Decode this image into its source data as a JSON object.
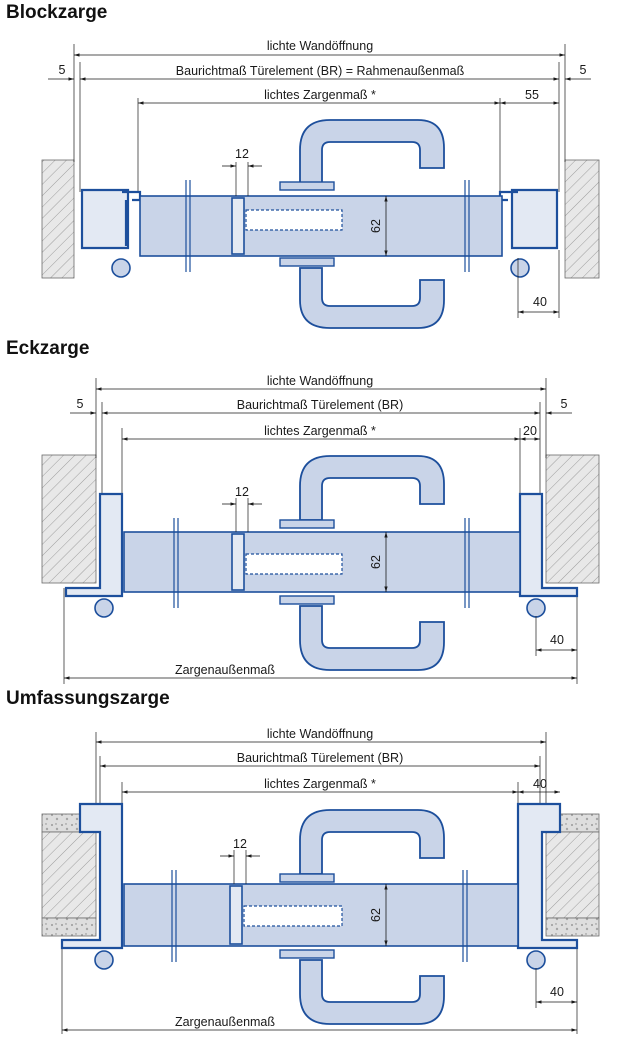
{
  "sections": [
    {
      "title": "Blockzarge",
      "labels": {
        "opening": "lichte Wandöffnung",
        "element": "Baurichtmaß Türelement (BR) = Rahmenaußenmaß",
        "frame_clear": "lichtes Zargenmaß *",
        "gap_left": "5",
        "gap_right": "5",
        "side_right": "55",
        "small_dim": "12",
        "thickness": "62",
        "depth": "40"
      }
    },
    {
      "title": "Eckzarge",
      "labels": {
        "opening": "lichte Wandöffnung",
        "element": "Baurichtmaß Türelement (BR)",
        "frame_clear": "lichtes Zargenmaß *",
        "gap_left": "5",
        "gap_right": "5",
        "side_right": "20",
        "small_dim": "12",
        "thickness": "62",
        "depth": "40",
        "outer": "Zargenaußenmaß"
      }
    },
    {
      "title": "Umfassungszarge",
      "labels": {
        "opening": "lichte Wandöffnung",
        "element": "Baurichtmaß Türelement (BR)",
        "frame_clear": "lichtes Zargenmaß *",
        "side_right": "40",
        "small_dim": "12",
        "thickness": "62",
        "depth": "40",
        "outer": "Zargenaußenmaß"
      }
    }
  ]
}
